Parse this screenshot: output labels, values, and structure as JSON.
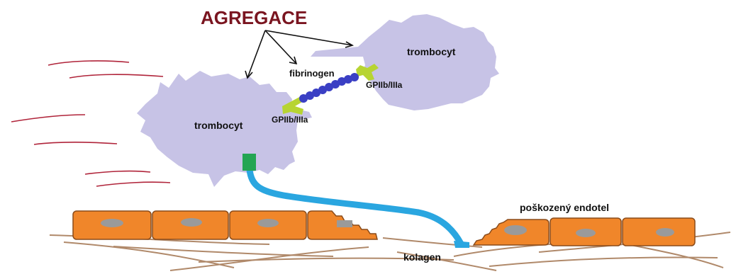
{
  "title": "AGREGACE",
  "labels": {
    "platelet_left": "trombocyt",
    "platelet_right": "trombocyt",
    "fibrinogen": "fibrinogen",
    "receptor_left": "GPIIb/IIIa",
    "receptor_right": "GPIIb/IIIa",
    "damaged_endothelium": "poškozený endotel",
    "collagen": "kolagen"
  },
  "colors": {
    "title": "#7a1520",
    "platelet": "#c7c3e6",
    "receptor": "#b7d432",
    "fibrinogen_bead": "#3a3fc4",
    "vwf_anchor": "#23a552",
    "vwf_strand": "#2aa6e0",
    "endothelial_cell": "#f0862a",
    "endothelial_border": "#8a4b1a",
    "nucleus": "#9a9a9a",
    "collagen_fiber": "#b0896a",
    "flow_line": "#b0243a"
  }
}
